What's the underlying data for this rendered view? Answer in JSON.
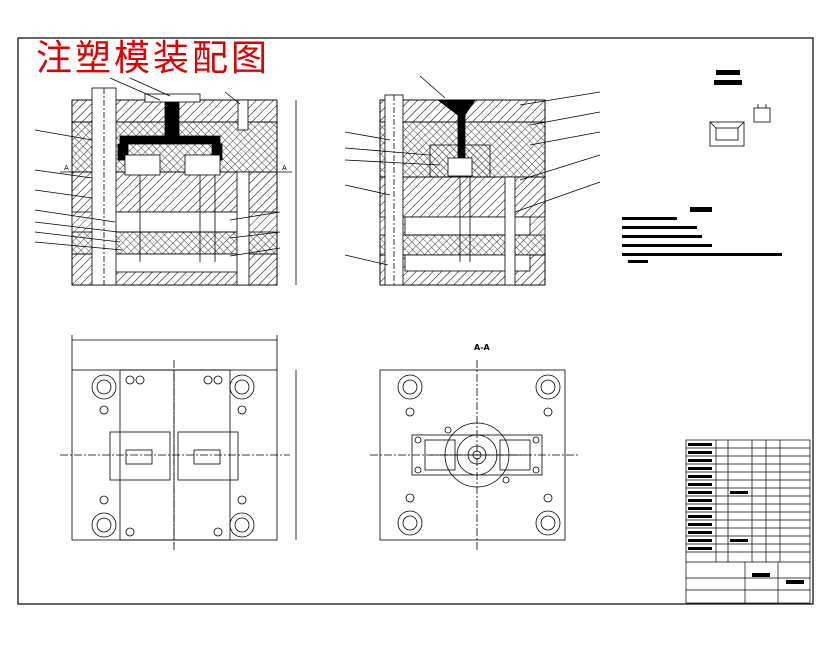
{
  "drawing": {
    "title": "注塑模装配图",
    "section_label": "A-A",
    "section_mark": "A",
    "colors": {
      "line": "#000000",
      "title": "#e00000",
      "hatch": "#333333",
      "paper": "#ffffff"
    }
  }
}
